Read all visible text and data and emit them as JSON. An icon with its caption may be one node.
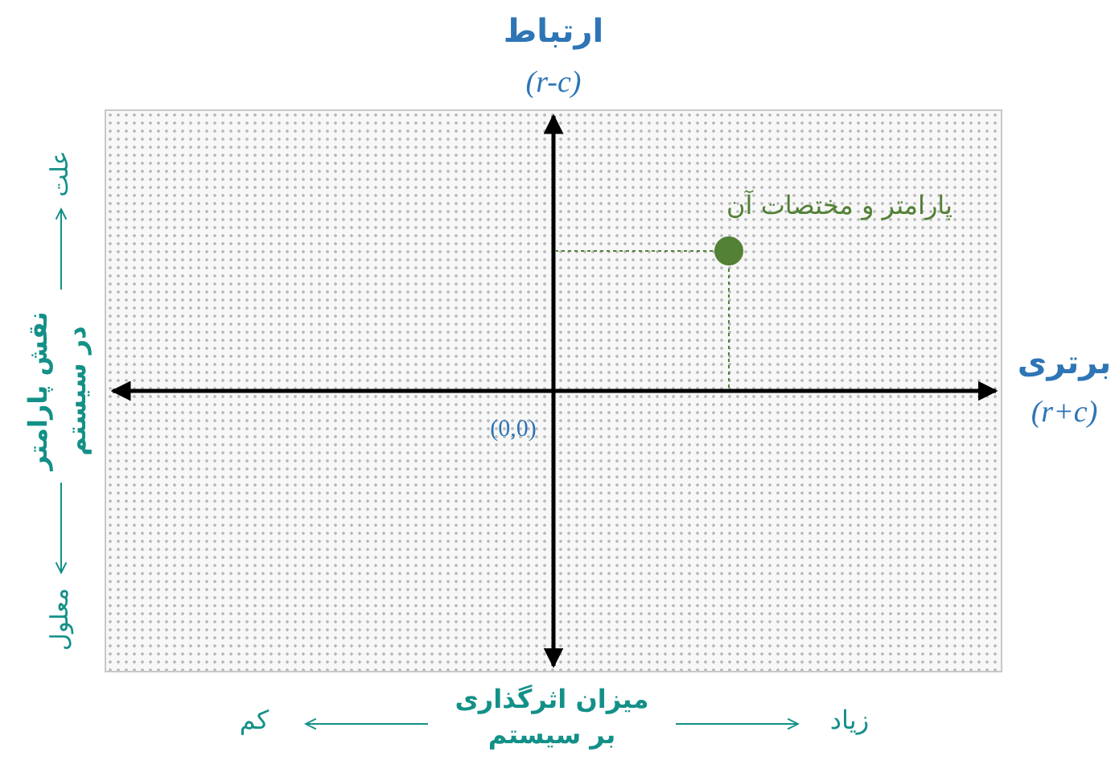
{
  "diagram": {
    "nodes": [
      {
        "text": [],
        "shape": "circle",
        "beside": [
          "پارامتر و مختصات آن"
        ]
      }
    ],
    "edges": [],
    "labels": [
      "ارتباط",
      "(r-c)",
      "برتری",
      "(r+c)",
      "(0,0)",
      "علت",
      "نقش پارامتر در سیستم",
      "معلول",
      "کم",
      "میزان اثرگذاری بر سیستم",
      "زیاد"
    ]
  }
}
